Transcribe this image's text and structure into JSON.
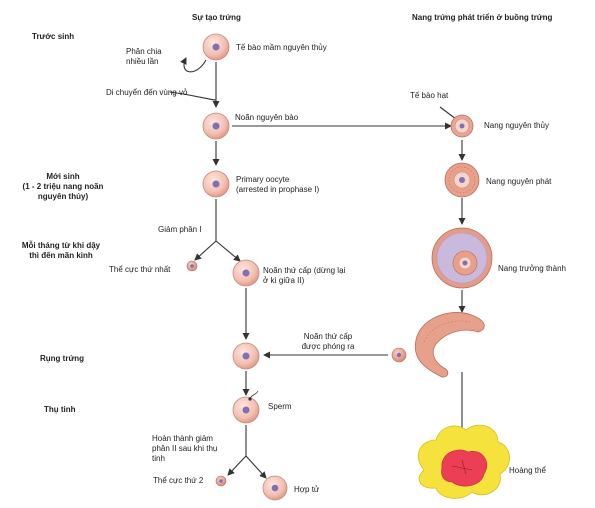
{
  "headers": {
    "left": "Sự tạo trứng",
    "right": "Nang trứng phát triển ở buồng trứng"
  },
  "stages": {
    "before_birth": "Trước sinh",
    "newborn": "Mới sinh\n(1 - 2 triệu nang noãn\nnguyên thủy)",
    "monthly": "Mỗi tháng từ khi dậy\nthì đến mãn kinh",
    "ovulation": "Rụng trứng",
    "fertilization": "Thụ tinh"
  },
  "labels": {
    "germ_cell": "Tế bào mầm nguyên thủy",
    "repeated_division": "Phân chia\nnhiều lần",
    "migration": "Di chuyển đến vùng vỏ",
    "oogonium": "Noãn nguyên bào",
    "primary_oocyte": "Primary oocyte\n(arrested in prophase I)",
    "meiosis1": "Giảm phân I",
    "first_polar_body": "Thể cực thứ nhất",
    "secondary_oocyte": "Noãn thứ cấp (dừng lại\nở kì giữa II)",
    "released_oocyte": "Noãn thứ cấp\nđược phóng ra",
    "sperm": "Sperm",
    "complete_meiosis2": "Hoàn thành giảm\nphân II sau khi thụ\ntinh",
    "second_polar_body": "Thể cực thứ 2",
    "zygote": "Hợp tử",
    "granulosa": "Tế bào hạt",
    "primordial_follicle": "Nang nguyên thủy",
    "growing_follicle": "Nang nguyên phát",
    "mature_follicle": "Nang trưởng thành",
    "corpus_luteum": "Hoàng thể"
  }
}
